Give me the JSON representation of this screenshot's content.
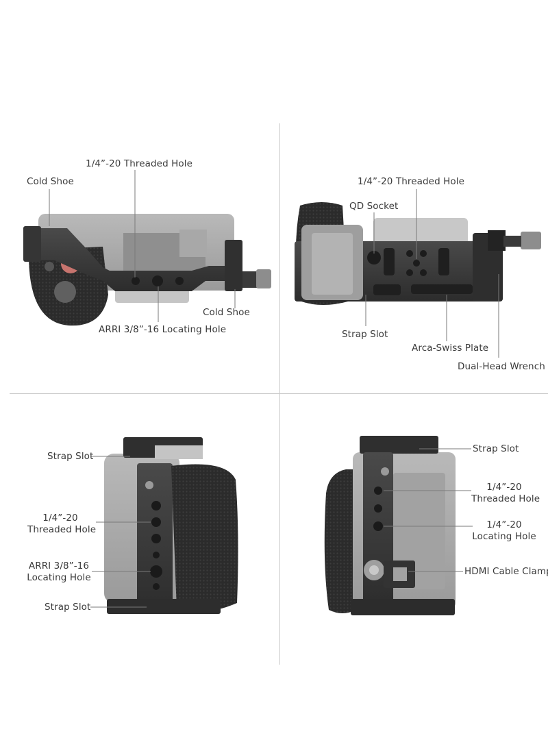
{
  "panels": {
    "top_left": {
      "threaded_hole": "1/4”-20 Threaded Hole",
      "cold_shoe_left": "Cold Shoe",
      "cold_shoe_right": "Cold Shoe",
      "arri_hole": "ARRI 3/8”-16 Locating Hole"
    },
    "top_right": {
      "threaded_hole": "1/4”-20 Threaded Hole",
      "qd_socket": "QD Socket",
      "strap_slot": "Strap Slot",
      "arca_plate": "Arca-Swiss Plate",
      "wrench": "Dual-Head Wrench"
    },
    "bottom_left": {
      "strap_slot_top": "Strap Slot",
      "threaded_l1": "1/4”-20",
      "threaded_l2": "Threaded Hole",
      "arri_l1": "ARRI 3/8”-16",
      "arri_l2": "Locating Hole",
      "strap_slot_bottom": "Strap Slot"
    },
    "bottom_right": {
      "strap_slot": "Strap Slot",
      "threaded_l1": "1/4”-20",
      "threaded_l2": "Threaded Hole",
      "locating_l1": "1/4”-20",
      "locating_l2": "Locating Hole",
      "hdmi_clamp": "HDMI Cable Clamp"
    }
  }
}
